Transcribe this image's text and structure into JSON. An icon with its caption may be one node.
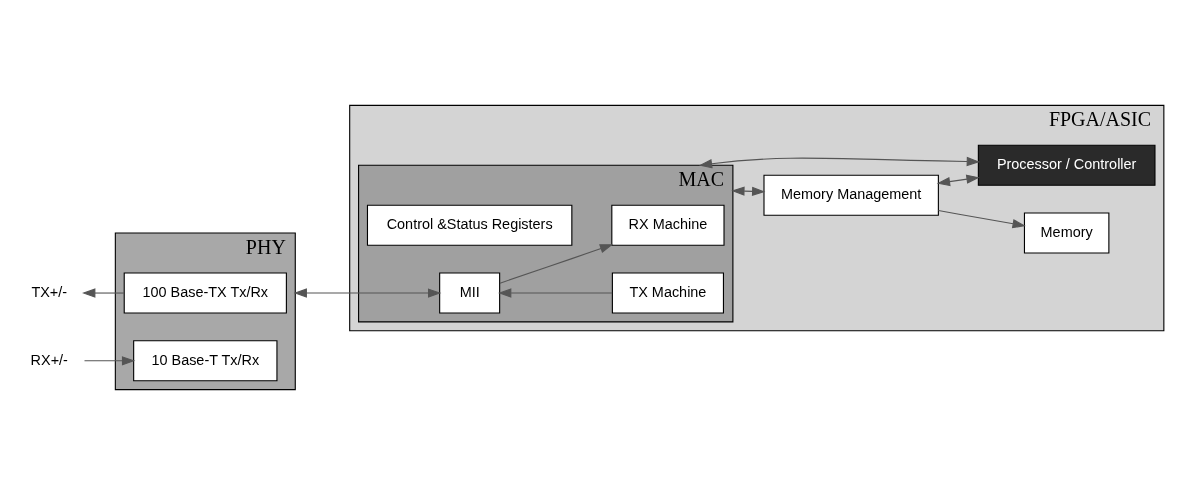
{
  "diagram": {
    "nodes": [
      {
        "text": [
          "PHY"
        ]
      },
      {
        "text": [
          "100 Base-TX Tx/Rx"
        ],
        "in": 0
      },
      {
        "text": [
          "10 Base-T Tx/Rx"
        ],
        "in": 0
      },
      {
        "text": [
          "FPGA/ASIC"
        ]
      },
      {
        "text": [
          "MAC"
        ],
        "in": 3
      },
      {
        "text": [
          "MII"
        ],
        "in": 4
      },
      {
        "text": [
          "TX Machine"
        ],
        "in": 4
      },
      {
        "text": [
          "Control &Status Registers"
        ],
        "in": 4
      },
      {
        "text": [
          "RX Machine"
        ],
        "in": 4
      },
      {
        "text": [
          "Memory Management"
        ],
        "in": 3
      },
      {
        "text": [
          "Memory"
        ],
        "in": 3
      },
      {
        "text": [
          "Processor / Controller"
        ],
        "in": 3
      },
      {
        "text": [
          "TX+/-"
        ]
      },
      {
        "text": [
          "RX+/-"
        ]
      }
    ],
    "edges": [
      {
        "from": 1,
        "to": 12,
        "arrow": "to"
      },
      {
        "from": 13,
        "to": 2,
        "arrow": "to"
      },
      {
        "from": 0,
        "to": 5,
        "arrow": "both"
      },
      {
        "from": 6,
        "to": 5,
        "arrow": "to"
      },
      {
        "from": 5,
        "to": 8,
        "arrow": "to"
      },
      {
        "from": 4,
        "to": 9,
        "arrow": "both"
      },
      {
        "from": 4,
        "to": 11,
        "arrow": "both"
      },
      {
        "from": 9,
        "to": 11,
        "arrow": "both"
      },
      {
        "from": 9,
        "to": 10,
        "arrow": "to"
      }
    ]
  }
}
